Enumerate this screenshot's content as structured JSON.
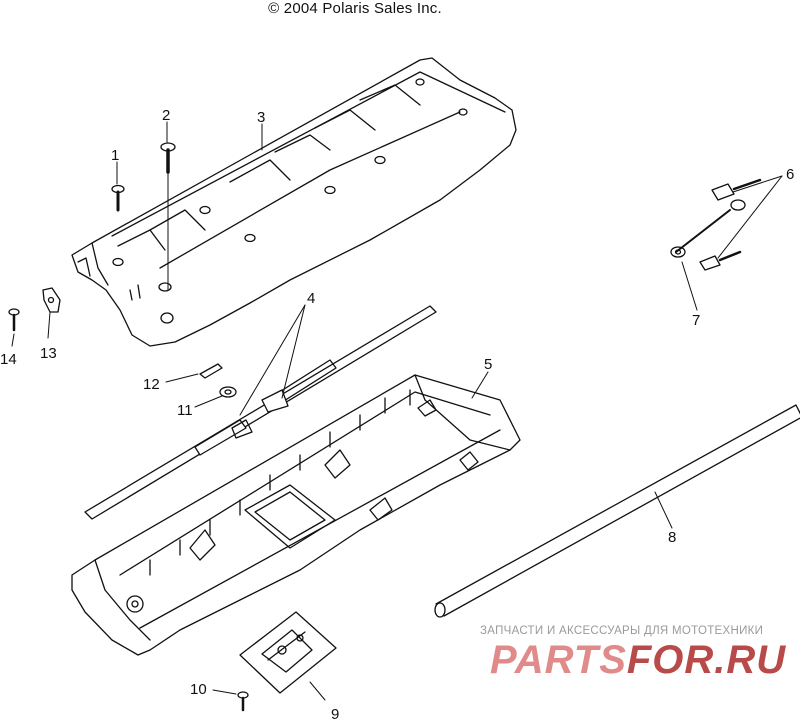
{
  "header": {
    "copyright": "© 2004 Polaris Sales Inc."
  },
  "callouts": [
    {
      "id": "c1",
      "label": "1"
    },
    {
      "id": "c2",
      "label": "2"
    },
    {
      "id": "c3",
      "label": "3"
    },
    {
      "id": "c4",
      "label": "4"
    },
    {
      "id": "c5",
      "label": "5"
    },
    {
      "id": "c6",
      "label": "6"
    },
    {
      "id": "c7",
      "label": "7"
    },
    {
      "id": "c8",
      "label": "8"
    },
    {
      "id": "c9",
      "label": "9"
    },
    {
      "id": "c10",
      "label": "10"
    },
    {
      "id": "c11",
      "label": "11"
    },
    {
      "id": "c12",
      "label": "12"
    },
    {
      "id": "c13",
      "label": "13"
    },
    {
      "id": "c14",
      "label": "14"
    }
  ],
  "watermark": {
    "subtitle": "ЗАПЧАСТИ И АКСЕССУАРЫ ДЛЯ МОТОТЕХНИКИ",
    "brand_left": "PARTS",
    "brand_right": "FOR.RU"
  },
  "colors": {
    "line": "#111111",
    "watermark_red": "#e08a8a",
    "watermark_gray": "#9a9a9a"
  }
}
